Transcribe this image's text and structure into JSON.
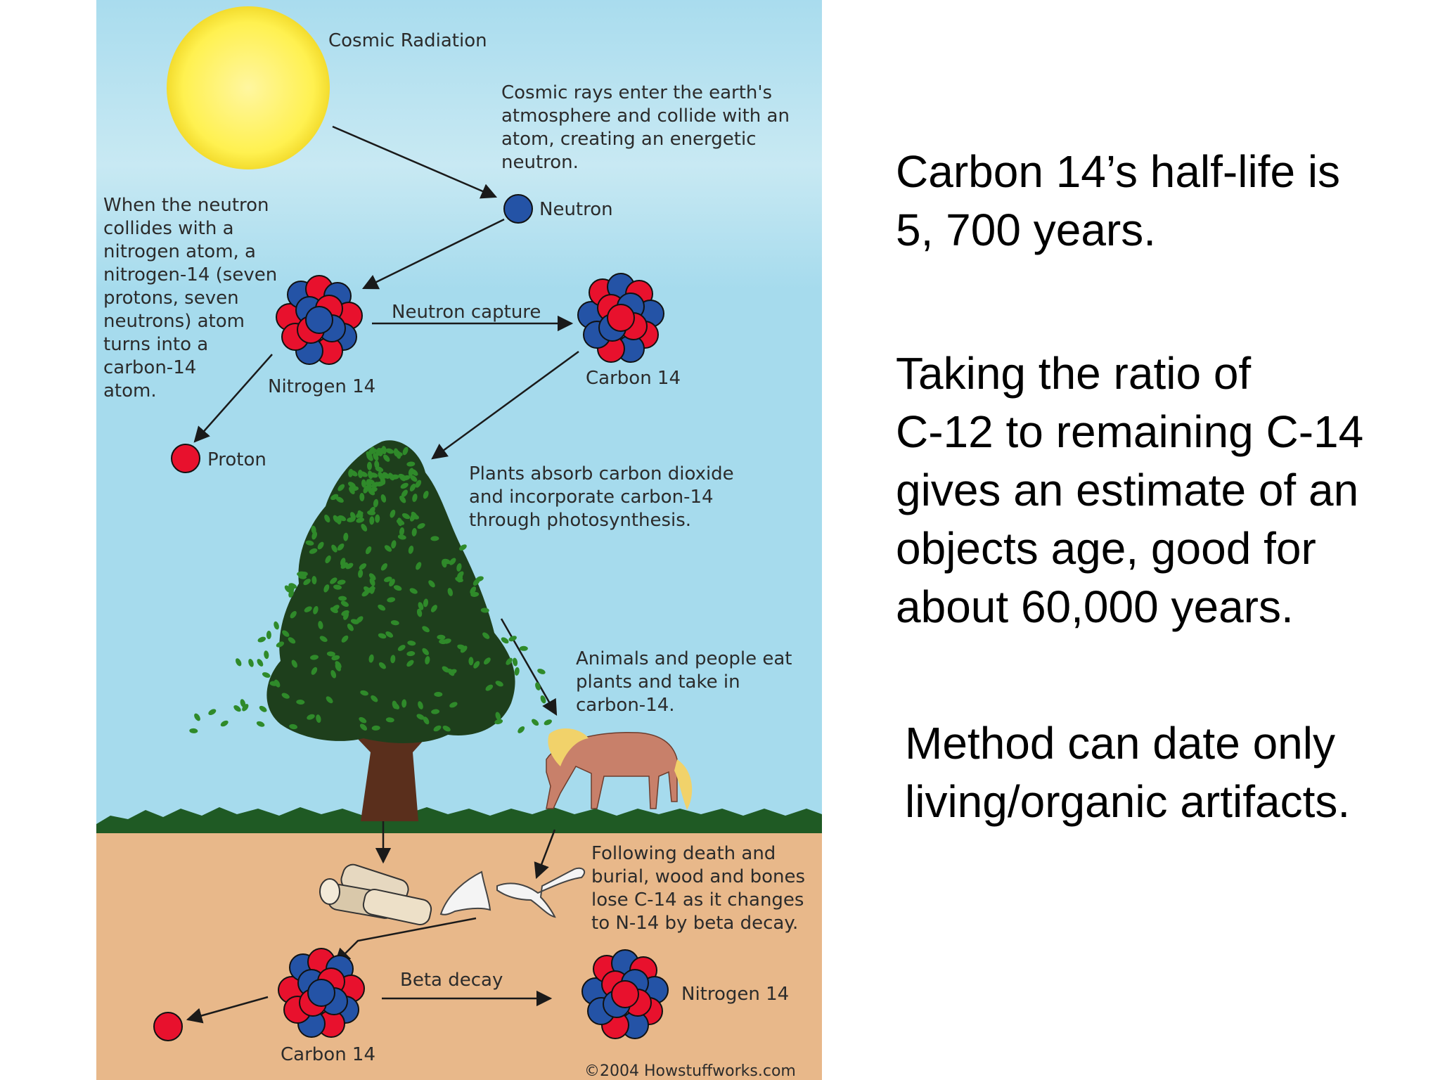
{
  "diagram": {
    "labels": {
      "cosmic_radiation": "Cosmic Radiation",
      "cosmic_rays": [
        "Cosmic rays enter the earth's",
        "atmosphere and collide with an",
        "atom, creating an energetic",
        "neutron."
      ],
      "neutron": "Neutron",
      "when_neutron": [
        "When the neutron",
        "collides with a",
        "nitrogen atom, a",
        "nitrogen-14 (seven",
        "protons, seven",
        "neutrons) atom",
        "turns into a",
        "carbon-14",
        "atom."
      ],
      "neutron_capture": "Neutron capture",
      "nitrogen14_top": "Nitrogen 14",
      "carbon14_top": "Carbon 14",
      "proton": "Proton",
      "plants": [
        "Plants absorb carbon dioxide",
        "and incorporate carbon-14",
        "through photosynthesis."
      ],
      "animals": [
        "Animals and people eat",
        "plants and take in",
        "carbon-14."
      ],
      "following": [
        "Following death and",
        "burial, wood and bones",
        "lose C-14 as it changes",
        "to N-14 by beta decay."
      ],
      "beta_decay": "Beta decay",
      "nitrogen14_bottom": "Nitrogen 14",
      "carbon14_bottom": "Carbon 14",
      "copyright": "©2004 Howstuffworks.com"
    },
    "colors": {
      "sky": "#a9dcee",
      "soil": "#e8b88a",
      "sun": "#fff150",
      "proton": "#e8112d",
      "neutron": "#2453a6",
      "foliage": "#2f8a2a",
      "trunk": "#5a2f1c",
      "horse": "#c8806a",
      "mane": "#f1d26a"
    }
  },
  "text": {
    "half_life": [
      "Carbon 14’s half-life is",
      "5, 700 years."
    ],
    "ratio": [
      "Taking the ratio of",
      "C-12 to remaining C-14",
      "gives an estimate of an",
      "objects age, good for",
      "about 60,000 years."
    ],
    "method": [
      "Method can date only",
      "living/organic artifacts."
    ]
  }
}
